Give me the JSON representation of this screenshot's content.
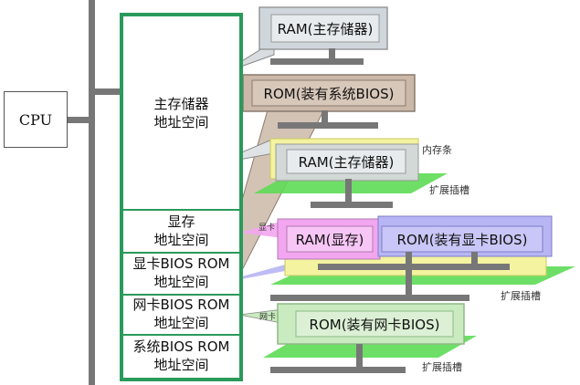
{
  "cpu": {
    "label": "CPU"
  },
  "address_space": {
    "segments": [
      {
        "label": "主存储器\n地址空间"
      },
      {
        "label": "显存\n地址空间"
      },
      {
        "label": "显卡BIOS ROM\n地址空间"
      },
      {
        "label": "网卡BIOS ROM\n地址空间"
      },
      {
        "label": "系统BIOS ROM\n地址空间"
      }
    ]
  },
  "chips": {
    "ram_main_top": "RAM(主存储器)",
    "rom_system": "ROM(装有系统BIOS)",
    "ram_main_stick": "RAM(主存储器)",
    "ram_video": "RAM(显存)",
    "rom_video": "ROM(装有显卡BIOS)",
    "rom_nic": "ROM(装有网卡BIOS)"
  },
  "annotations": {
    "memory_stick": "内存条",
    "slot_1": "扩展插槽",
    "slot_2": "扩展插槽",
    "slot_3": "扩展插槽",
    "video_card": "显卡",
    "network_card": "网卡"
  },
  "colors": {
    "bus": "#777777",
    "panel_border": "#2a9a5b",
    "slot_green": "#5ddc55",
    "slot_yellow": "#f3f3a0",
    "video_pink": "#f3a6f0",
    "video_blue": "#b7b5f3",
    "nic_green": "#c9ebbf",
    "rom_brown": "#cbb8a8",
    "ram_gray": "#cfd6dc"
  }
}
